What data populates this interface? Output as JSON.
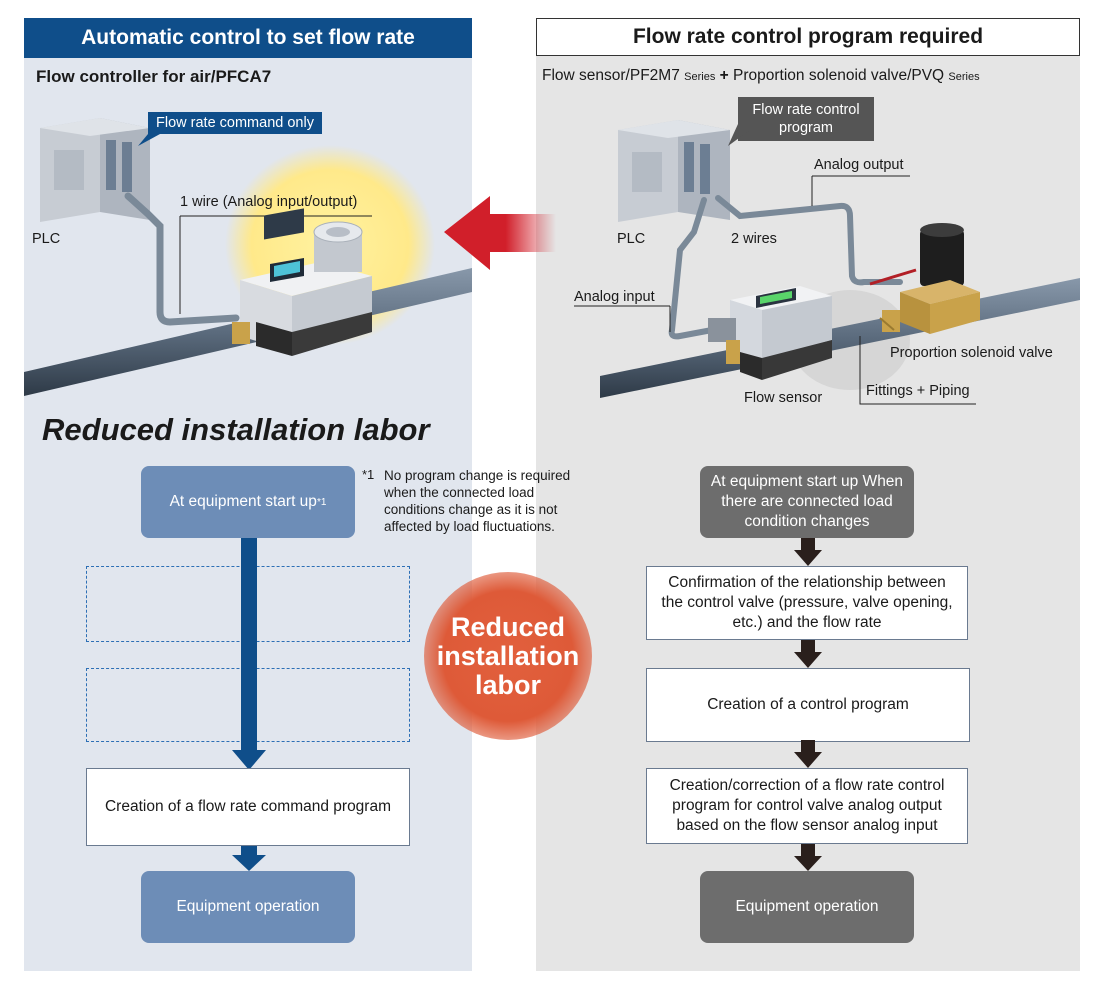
{
  "left": {
    "header": "Automatic control to set flow rate",
    "subtitle": "Flow controller for air/PFCA7",
    "callout": "Flow rate command only",
    "wire_label": "1 wire (Analog input/output)",
    "plc_label": "PLC",
    "big_title": "Reduced installation labor",
    "flow": {
      "start": "At equipment start up",
      "start_sup": "*1",
      "command": "Creation of a flow rate command program",
      "operation": "Equipment operation"
    },
    "note_marker": "*1",
    "note": "No program change is required when the connected load conditions change as it is not affected by load fluctuations."
  },
  "right": {
    "header": "Flow rate control program required",
    "subtitle_a": "Flow sensor/PF2M7",
    "subtitle_series1": "Series",
    "subtitle_plus": "+",
    "subtitle_b": "Proportion solenoid valve/PVQ",
    "subtitle_series2": "Series",
    "callout": "Flow rate control program",
    "analog_output": "Analog output",
    "analog_input": "Analog input",
    "plc_label": "PLC",
    "wires_label": "2 wires",
    "valve_label": "Proportion solenoid valve",
    "sensor_label": "Flow sensor",
    "fittings_label": "Fittings + Piping",
    "flow": {
      "start": "At equipment start up When there are connected load condition changes",
      "confirm": "Confirmation of the relationship between the control valve (pressure, valve opening, etc.) and the flow rate",
      "create": "Creation of a control program",
      "correct": "Creation/correction of a flow rate control program for control valve analog output based on the flow sensor analog input",
      "operation": "Equipment operation"
    }
  },
  "badge": "Reduced installation labor",
  "colors": {
    "brand_blue": "#0f4e8a",
    "flow_blue": "#6d8db7",
    "flow_gray": "#6d6d6d",
    "badge": "#de5a38",
    "arrow_red": "#d11f2a"
  }
}
